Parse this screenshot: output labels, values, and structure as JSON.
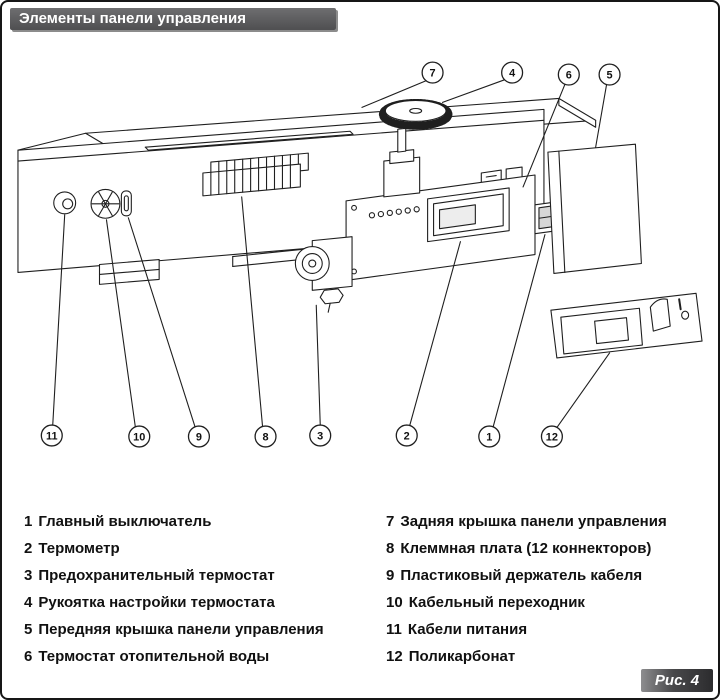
{
  "page": {
    "title": "Элементы панели управления",
    "figure_label": "Рис. 4"
  },
  "callouts": [
    "7",
    "4",
    "6",
    "5",
    "11",
    "10",
    "9",
    "8",
    "3",
    "2",
    "1",
    "12"
  ],
  "legend": {
    "left": [
      {
        "num": "1",
        "label": "Главный выключатель"
      },
      {
        "num": "2",
        "label": "Термометр"
      },
      {
        "num": "3",
        "label": "Предохранительный термостат"
      },
      {
        "num": "4",
        "label": "Рукоятка настройки термостата"
      },
      {
        "num": "5",
        "label": "Передняя крышка панели управления"
      },
      {
        "num": "6",
        "label": "Термостат отопительной воды"
      }
    ],
    "right": [
      {
        "num": "7",
        "label": "Задняя крышка панели управления"
      },
      {
        "num": "8",
        "label": "Клеммная плата (12 коннекторов)"
      },
      {
        "num": "9",
        "label": "Пластиковый держатель кабеля"
      },
      {
        "num": "10",
        "label": "Кабельный переходник"
      },
      {
        "num": "11",
        "label": "Кабели питания"
      },
      {
        "num": "12",
        "label": "Поликарбонат"
      }
    ]
  }
}
